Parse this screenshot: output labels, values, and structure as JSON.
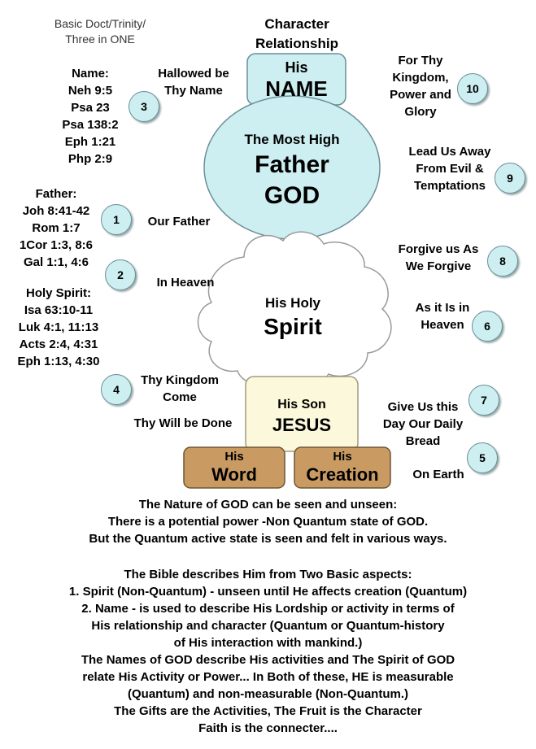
{
  "header": {
    "top_left": [
      "Basic Doct/Trinity/",
      "Three in ONE"
    ],
    "center": [
      "Character",
      "Relationship"
    ]
  },
  "nodes": {
    "name_box": [
      "His",
      "NAME"
    ],
    "father": [
      "The Most High",
      "Father",
      "GOD"
    ],
    "spirit": [
      "His Holy",
      "Spirit"
    ],
    "son": [
      "His Son",
      "JESUS"
    ],
    "word": [
      "His",
      "Word"
    ],
    "creation": [
      "His",
      "Creation"
    ]
  },
  "refs": {
    "name": [
      "Name:",
      "Neh 9:5",
      "Psa 23",
      "Psa 138:2",
      "Eph 1:21",
      "Php 2:9"
    ],
    "father": [
      "Father:",
      "Joh 8:41-42",
      "Rom 1:7",
      "1Cor 1:3, 8:6",
      "Gal 1:1, 4:6"
    ],
    "spirit": [
      "Holy Spirit:",
      "Isa 63:10-11",
      "Luk 4:1, 11:13",
      "Acts 2:4, 4:31",
      "Eph 1:13, 4:30"
    ]
  },
  "petitions": [
    {
      "num": "1",
      "text": [
        "Our Father"
      ]
    },
    {
      "num": "2",
      "text": [
        "In Heaven"
      ]
    },
    {
      "num": "3",
      "text": [
        "Hallowed be",
        "Thy Name"
      ]
    },
    {
      "num": "4",
      "text": [
        "Thy Kingdom",
        "Come"
      ]
    },
    {
      "num": "5",
      "text": [
        "On Earth"
      ]
    },
    {
      "num": "6",
      "text": [
        "As it Is in",
        "Heaven"
      ]
    },
    {
      "num": "7",
      "text": [
        "Give Us this",
        "Day Our Daily",
        "Bread"
      ]
    },
    {
      "num": "8",
      "text": [
        "Forgive us As",
        "We Forgive"
      ]
    },
    {
      "num": "9",
      "text": [
        "Lead Us Away",
        "From Evil &",
        "Temptations"
      ]
    },
    {
      "num": "10",
      "text": [
        "For Thy",
        "Kingdom,",
        "Power and",
        "Glory"
      ]
    }
  ],
  "will_label": "Thy Will be Done",
  "paragraphs": [
    "The Nature of GOD can be seen and unseen:",
    "There is a potential power -Non Quantum state of GOD.",
    "But the Quantum active state is seen and felt in various ways.",
    "",
    "The Bible describes Him from Two Basic aspects:",
    "1. Spirit (Non-Quantum) - unseen until He affects creation (Quantum)",
    "2. Name - is used to describe His Lordship or activity in terms of",
    "His relationship and character (Quantum or Quantum-history",
    "of His interaction with mankind.)",
    "The Names of GOD describe His activities and The Spirit of GOD",
    "relate His Activity or Power... In Both of these, HE is measurable",
    "(Quantum) and non-measurable (Non-Quantum.)",
    "The Gifts are the Activities, The Fruit is the Character",
    "Faith is the connecter...."
  ],
  "colors": {
    "name_box": "#cdeff1",
    "father_oval": "#cdeff1",
    "son_box": "#fcf8dc",
    "word_box": "#c99b63",
    "number_circle": "#cdeff1"
  }
}
